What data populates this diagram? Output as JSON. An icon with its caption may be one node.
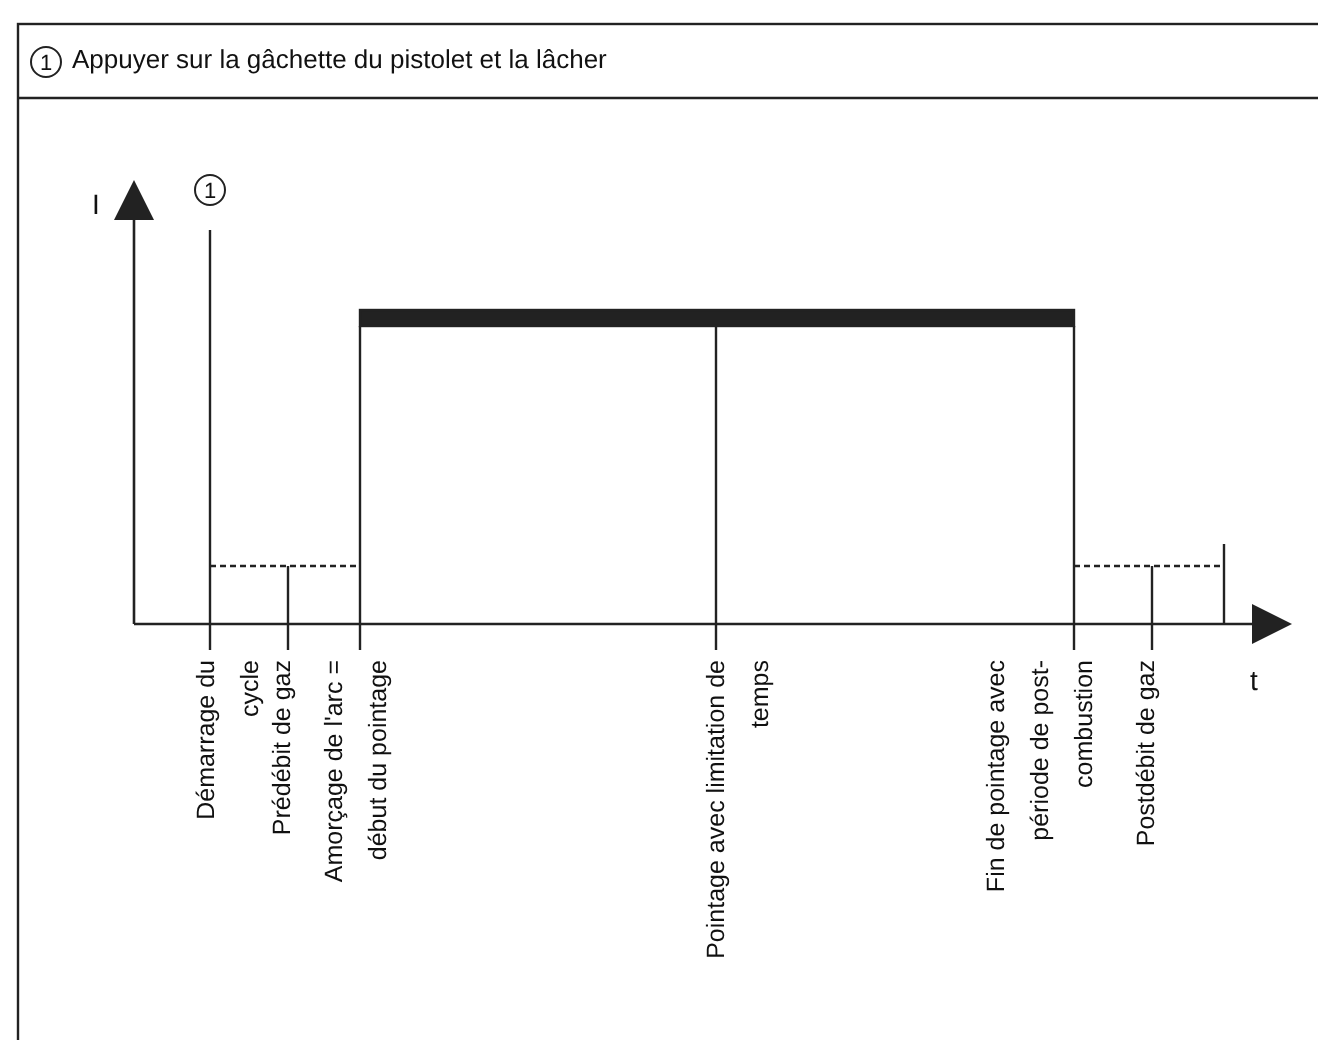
{
  "diagram": {
    "labels": [
      "1",
      "Appuyer sur la gâchette du pistolet et la lâcher",
      "I",
      "1",
      "t",
      "Démarrage du cycle",
      "Prédébit de gaz",
      "Amorçage de l'arc = début du pointage",
      "Pointage avec limitation de temps",
      "Fin de pointage avec période de post- combustion",
      "Postdébit de gaz"
    ]
  }
}
